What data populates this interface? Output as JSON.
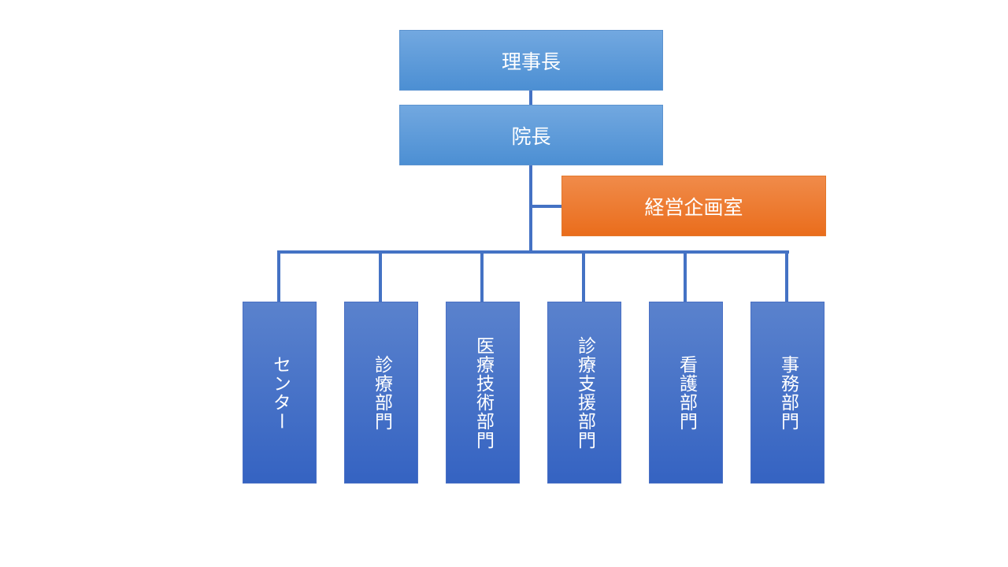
{
  "org_chart": {
    "chairman": {
      "label": "理事長"
    },
    "director": {
      "label": "院長"
    },
    "planning_office": {
      "label": "経営企画室"
    },
    "departments": [
      {
        "label": "センター"
      },
      {
        "label": "診療部門"
      },
      {
        "label": "医療技術部門"
      },
      {
        "label": "診療支援部門"
      },
      {
        "label": "看護部門"
      },
      {
        "label": "事務部門"
      }
    ],
    "colors": {
      "connector": "#4472c4",
      "top_box": "#5b9bd5",
      "side_box": "#ed7d31",
      "department_box": "#4472c4",
      "text": "#ffffff"
    }
  }
}
